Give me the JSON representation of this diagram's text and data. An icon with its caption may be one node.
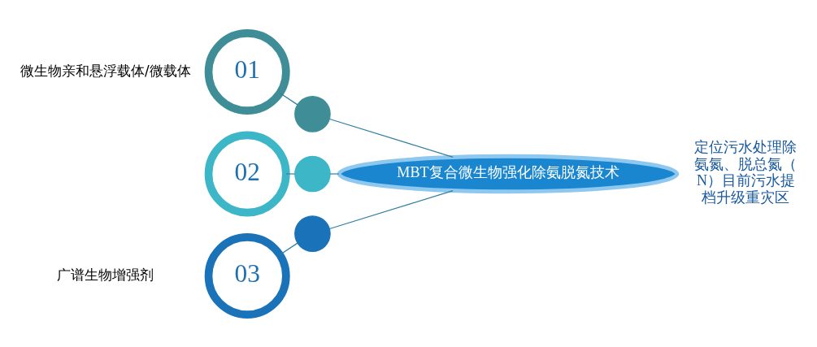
{
  "diagram": {
    "nodes": [
      {
        "text": [
          "01"
        ],
        "beside": [
          "微生物亲和悬浮载体/微载体"
        ]
      },
      {
        "text": [],
        "shape": "circle"
      },
      {
        "text": [
          "02"
        ]
      },
      {
        "text": [],
        "shape": "circle"
      },
      {
        "text": [
          "03"
        ],
        "beside": [
          "广谱生物增强剂"
        ]
      },
      {
        "text": [],
        "shape": "circle"
      },
      {
        "text": [
          "MBT复合微生物强化除氨脱氮技术"
        ],
        "beside": [
          "定位污水处理除氨氮、脱总氮（N）目前污水提档升级重灾区"
        ]
      }
    ],
    "edges": [
      {
        "from": 0,
        "to": 1,
        "arrow": "none"
      },
      {
        "from": 1,
        "to": 6,
        "arrow": "none"
      },
      {
        "from": 2,
        "to": 3,
        "arrow": "none"
      },
      {
        "from": 3,
        "to": 6,
        "arrow": "none"
      },
      {
        "from": 4,
        "to": 5,
        "arrow": "none"
      },
      {
        "from": 5,
        "to": 6,
        "arrow": "none"
      }
    ]
  }
}
